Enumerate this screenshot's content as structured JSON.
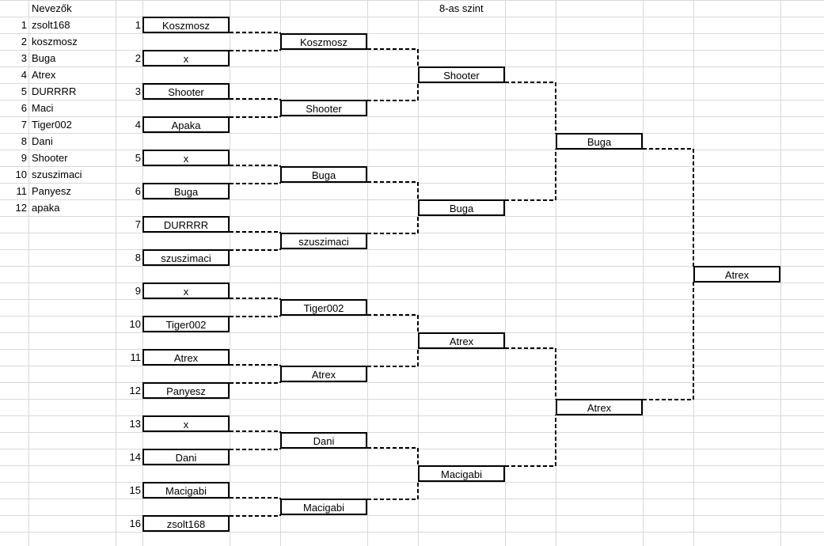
{
  "sheet": {
    "title": "8-as szint",
    "entrants_header": "Nevezők",
    "entrants": [
      {
        "num": "1",
        "name": "zsolt168"
      },
      {
        "num": "2",
        "name": "koszmosz"
      },
      {
        "num": "3",
        "name": "Buga"
      },
      {
        "num": "4",
        "name": "Atrex"
      },
      {
        "num": "5",
        "name": "DURRRR"
      },
      {
        "num": "6",
        "name": "Maci"
      },
      {
        "num": "7",
        "name": "Tiger002"
      },
      {
        "num": "8",
        "name": "Dani"
      },
      {
        "num": "9",
        "name": "Shooter"
      },
      {
        "num": "10",
        "name": "szuszimaci"
      },
      {
        "num": "11",
        "name": "Panyesz"
      },
      {
        "num": "12",
        "name": "apaka"
      }
    ]
  },
  "bracket": {
    "round1": [
      {
        "num": "1",
        "name": "Koszmosz"
      },
      {
        "num": "2",
        "name": "x"
      },
      {
        "num": "3",
        "name": "Shooter"
      },
      {
        "num": "4",
        "name": "Apaka"
      },
      {
        "num": "5",
        "name": "x"
      },
      {
        "num": "6",
        "name": "Buga"
      },
      {
        "num": "7",
        "name": "DURRRR"
      },
      {
        "num": "8",
        "name": "szuszimaci"
      },
      {
        "num": "9",
        "name": "x"
      },
      {
        "num": "10",
        "name": "Tiger002"
      },
      {
        "num": "11",
        "name": "Atrex"
      },
      {
        "num": "12",
        "name": "Panyesz"
      },
      {
        "num": "13",
        "name": "x"
      },
      {
        "num": "14",
        "name": "Dani"
      },
      {
        "num": "15",
        "name": "Macigabi"
      },
      {
        "num": "16",
        "name": "zsolt168"
      }
    ],
    "round2": [
      "Koszmosz",
      "Shooter",
      "Buga",
      "szuszimaci",
      "Tiger002",
      "Atrex",
      "Dani",
      "Macigabi"
    ],
    "round3": [
      "Shooter",
      "Buga",
      "Atrex",
      "Macigabi"
    ],
    "round4": [
      "Buga",
      "Atrex"
    ],
    "final": [
      "Atrex"
    ]
  }
}
